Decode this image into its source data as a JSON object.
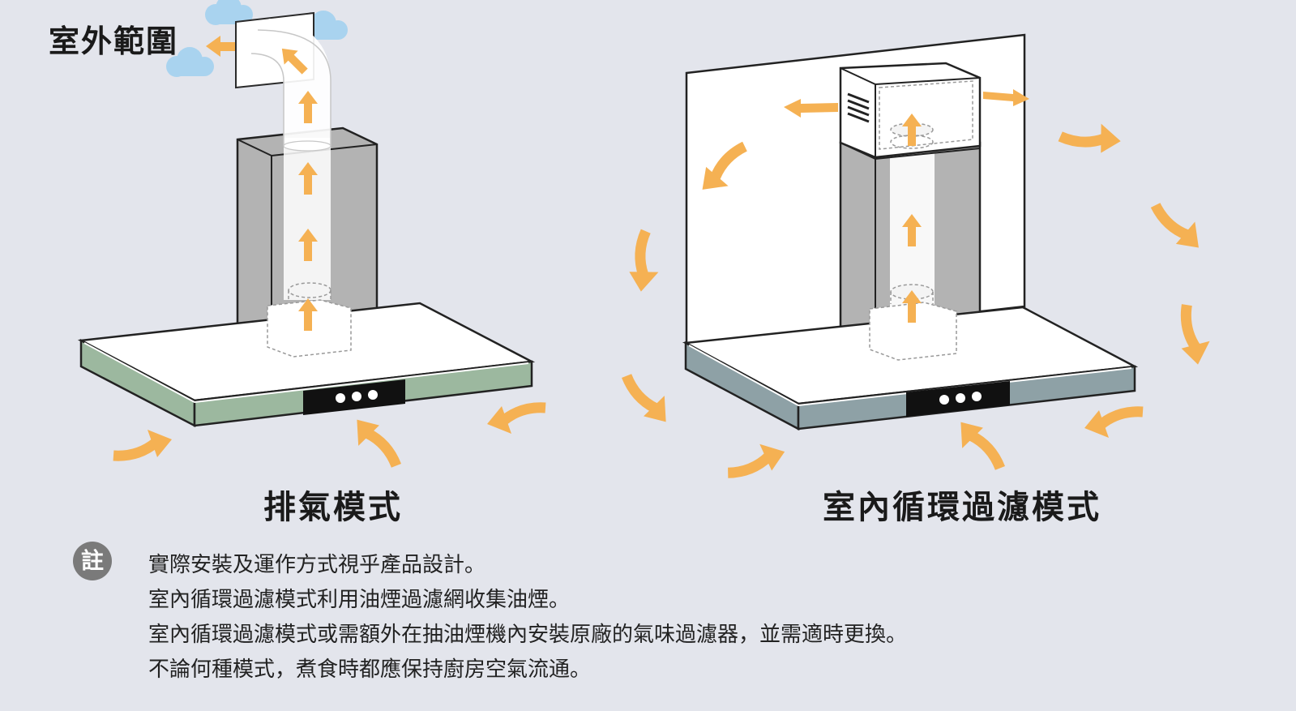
{
  "labels": {
    "outdoor": "室外範圍",
    "exhaust_mode": "排氣模式",
    "recirculation_mode": "室內循環過濾模式"
  },
  "note": {
    "badge": "註",
    "lines": [
      "實際安裝及運作方式視乎產品設計。",
      "室內循環過濾模式利用油煙過濾網收集油煙。",
      "室內循環過濾模式或需額外在抽油煙機內安裝原廠的氣味過濾器，並需適時更換。",
      "不論何種模式，煮食時都應保持廚房空氣流通。"
    ]
  },
  "colors": {
    "background": "#e3e5ec",
    "exhaust_hood_body": "#9cb89f",
    "recirc_hood_body": "#8ea1a6",
    "chimney": "#b3b3b3",
    "arrow": "#f5b153",
    "cloud": "#a9d3ef",
    "control_panel": "#111111"
  },
  "icons": [
    "cloud-icon",
    "airflow-arrow-icon",
    "control-knob-icon"
  ]
}
